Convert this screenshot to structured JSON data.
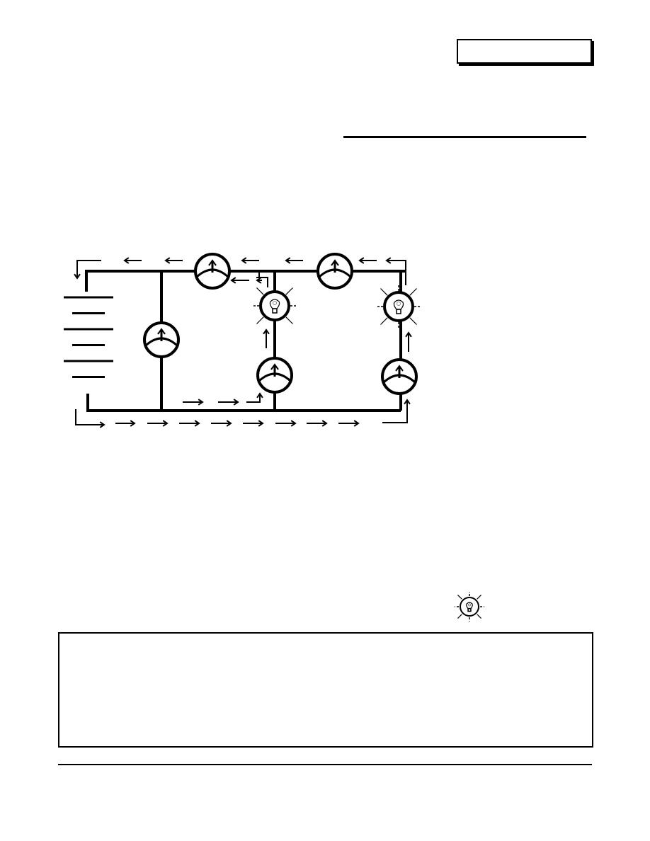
{
  "document": {
    "title_box": "",
    "answer_line": "",
    "answer_box": ""
  },
  "diagram": {
    "components": [
      "battery",
      "meter",
      "meter",
      "meter",
      "meter",
      "meter",
      "light-bulb",
      "light-bulb"
    ],
    "legend_icon": "light-bulb-icon",
    "stroke_color": "#000000"
  }
}
